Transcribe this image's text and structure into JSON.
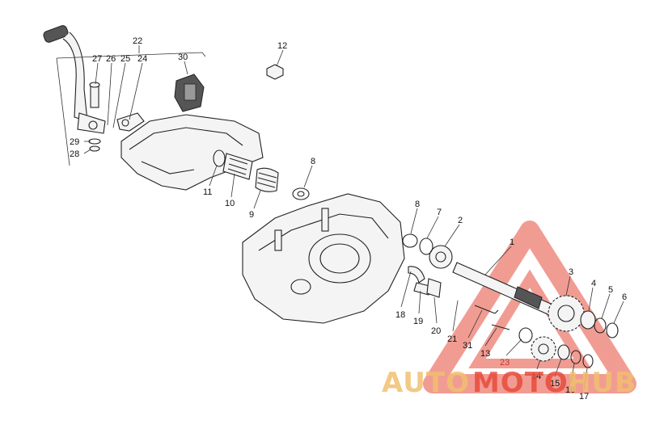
{
  "labels": {
    "l1": "1",
    "l2": "2",
    "l3": "3",
    "l4": "4",
    "l5": "5",
    "l6": "6",
    "l7": "7",
    "l8a": "8",
    "l8b": "8",
    "l9": "9",
    "l10": "10",
    "l11": "11",
    "l12": "12",
    "l13": "13",
    "l14": "14",
    "l15": "15",
    "l16": "16",
    "l17": "17",
    "l18": "18",
    "l19": "19",
    "l20": "20",
    "l21": "21",
    "l22": "22",
    "l23": "23",
    "l24": "24",
    "l25": "25",
    "l26": "26",
    "l27": "27",
    "l28": "28",
    "l29": "29",
    "l30": "30",
    "l31": "31"
  },
  "watermark": {
    "part1": "AUTO",
    "part2": "MOTO",
    "part3": "HUB",
    "color_primary": "#f0c070",
    "color_accent": "#e74c3c"
  }
}
